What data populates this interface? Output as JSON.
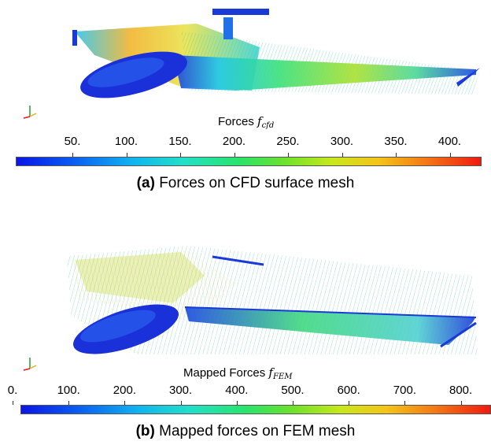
{
  "panel_a": {
    "colorbar": {
      "title_text": "Forces ",
      "title_symbol": "f",
      "title_subscript": "cfd",
      "tick_labels": [
        "50.",
        "100.",
        "150.",
        "200.",
        "250.",
        "300.",
        "350.",
        "400."
      ],
      "colormap": [
        "#0a16e6",
        "#10b4f0",
        "#28e46a",
        "#c8e81c",
        "#f47a14",
        "#f01a10"
      ]
    },
    "caption_label": "(a)",
    "caption_text": "Forces on CFD surface mesh"
  },
  "panel_b": {
    "colorbar": {
      "title_text": "Mapped Forces ",
      "title_symbol": "f",
      "title_subscript": "FEM",
      "tick_labels": [
        "0.",
        "100.",
        "200.",
        "300.",
        "400.",
        "500.",
        "600.",
        "700.",
        "800."
      ],
      "colormap": [
        "#0a16e6",
        "#10b4f0",
        "#28e46a",
        "#c8e81c",
        "#f47a14",
        "#f01a10"
      ]
    },
    "caption_label": "(b)",
    "caption_text": "Mapped forces on FEM mesh"
  }
}
